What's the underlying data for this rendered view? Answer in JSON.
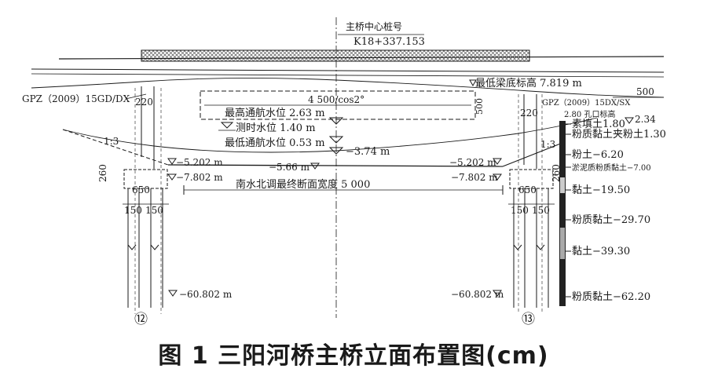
{
  "caption": "图 1   三阳河桥主桥立面布置图(cm)",
  "labels": {
    "center_pile": "主桥中心桩号",
    "station": "K18+337.153",
    "min_beam": "最低梁底标高 7.819 m",
    "gpz_left": "GPZ（2009）15GD/DX",
    "gpz_right": "GPZ（2009）15DX/SX",
    "pier_w": "220",
    "span": "4 500/cos2°",
    "dim_500": "500",
    "high_nav": "最高通航水位 2.63 m",
    "measured": "测时水位 1.40 m",
    "low_nav": "最低通航水位 0.53 m",
    "bed": "−3.74 m",
    "slope": "1:3",
    "bed_l": "−5.202 m",
    "bed_c": "−5.66 m",
    "bed_r": "−5.202 m",
    "toe_l": "−7.802 m",
    "toe_r": "−7.802 m",
    "cap_h": "260",
    "cap_w": "650",
    "pile_s1": "150",
    "pile_s2": "150",
    "section_width": "南水北调最终断面宽度 5 000",
    "pile_tip_l": "−60.802 m",
    "pile_tip_r": "−60.802 m",
    "pier_l": "⑫",
    "pier_r": "⑬",
    "borehole": "2.80 孔口标高",
    "bh_top": "2.34"
  },
  "strata": [
    {
      "name": "素填土",
      "elev": "1.80"
    },
    {
      "name": "粉质黏土夹粉土",
      "elev": "1.30"
    },
    {
      "name": "粉土",
      "elev": "−6.20"
    },
    {
      "name": "淤泥质粉质黏土",
      "elev": "−7.00"
    },
    {
      "name": "黏土",
      "elev": "−19.50"
    },
    {
      "name": "粉质黏土",
      "elev": "−29.70"
    },
    {
      "name": "黏土",
      "elev": "−39.30"
    },
    {
      "name": "粉质黏土",
      "elev": "−62.20"
    }
  ],
  "colors": {
    "line": "#1a1a1a",
    "hatch": "#555555",
    "paper": "#ffffff"
  }
}
